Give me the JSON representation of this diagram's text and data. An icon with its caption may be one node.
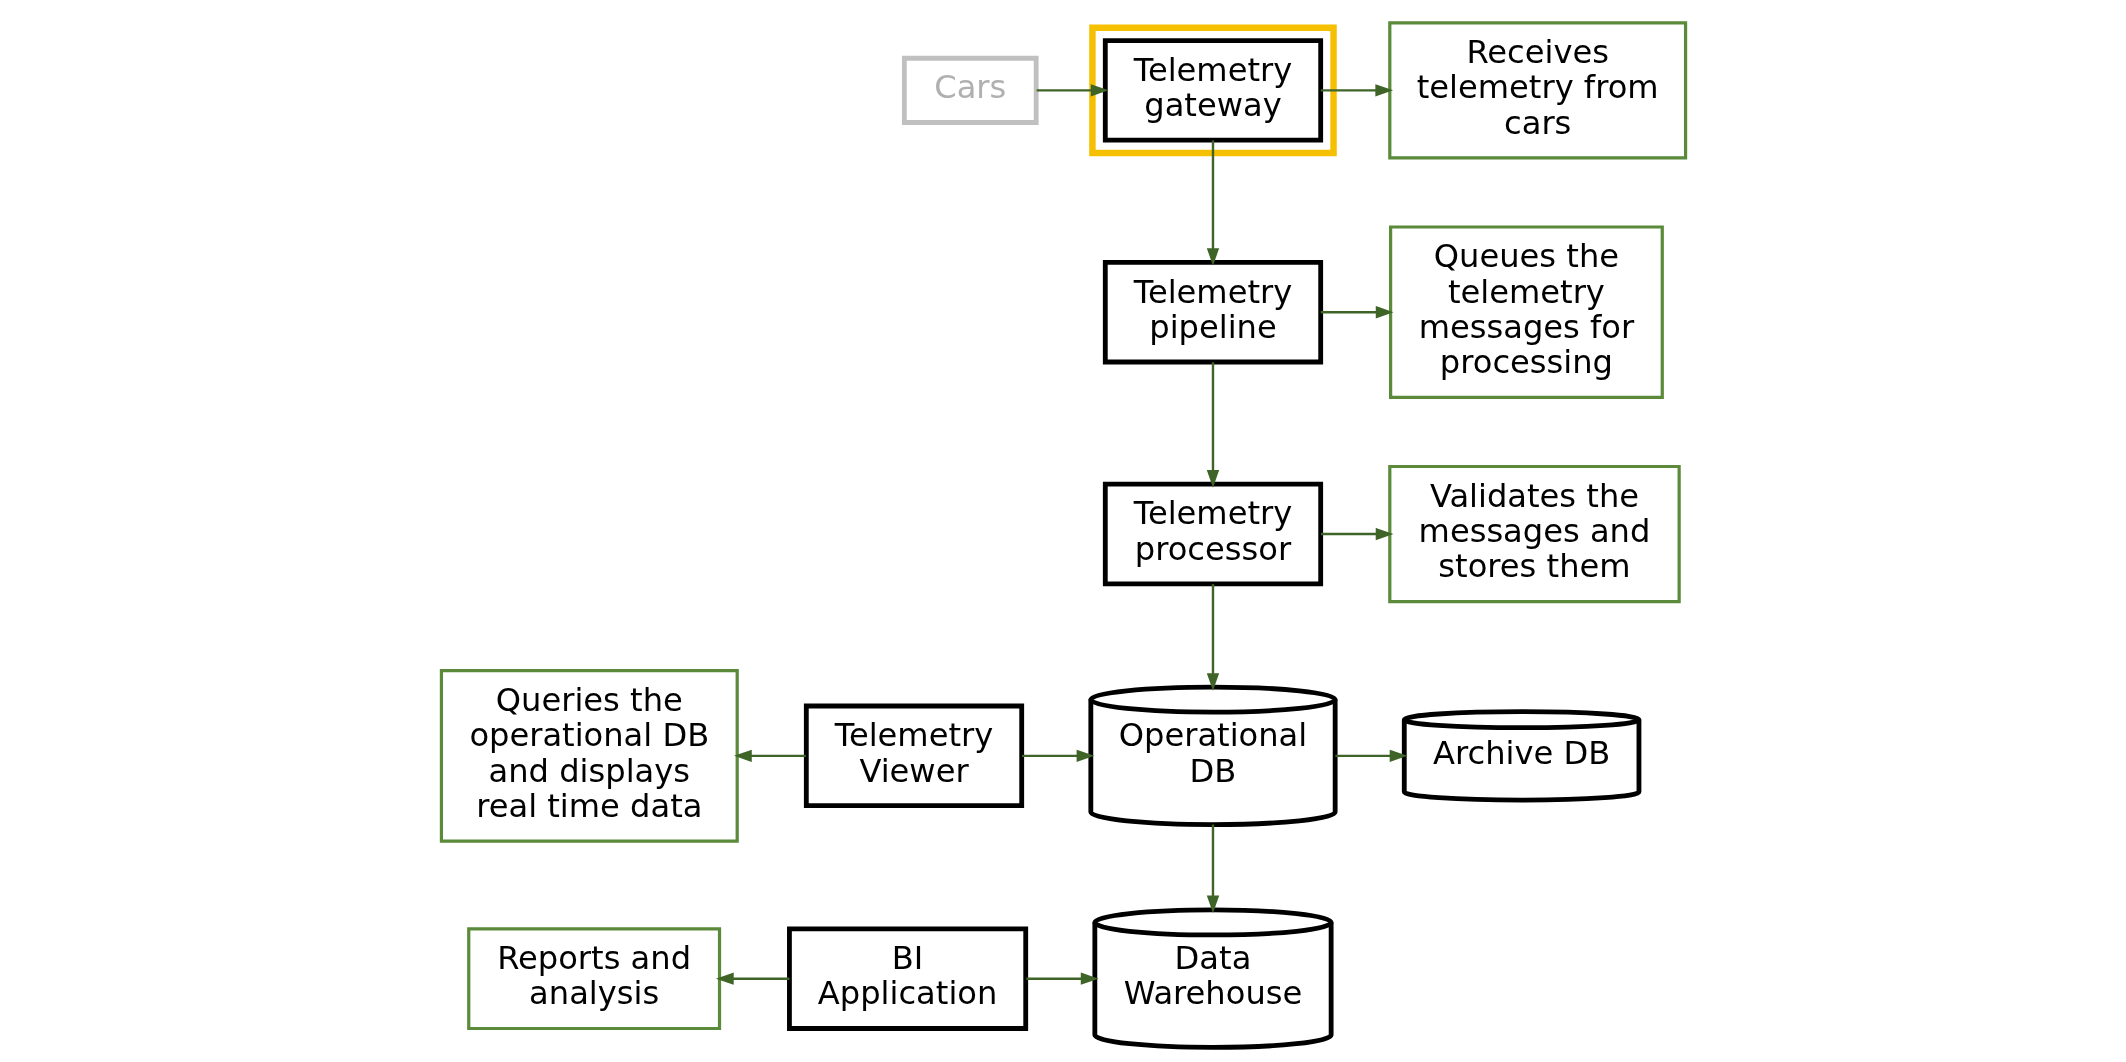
{
  "diagram": {
    "nodes": [
      {
        "text": [
          "Cars"
        ]
      },
      {
        "text": [],
        "shape": "box"
      },
      {
        "text": [
          "Telemetry gateway"
        ],
        "in": 1
      },
      {
        "text": [
          "Receives telemetry from cars"
        ]
      },
      {
        "text": [
          "Telemetry pipeline"
        ]
      },
      {
        "text": [
          "Queues the telemetry messages for processing"
        ]
      },
      {
        "text": [
          "Telemetry processor"
        ]
      },
      {
        "text": [
          "Validates the messages and stores them"
        ]
      },
      {
        "text": [
          "Queries the operational DB and displays real time data"
        ]
      },
      {
        "text": [
          "Telemetry Viewer"
        ]
      },
      {
        "text": [
          "Operational DB"
        ]
      },
      {
        "text": [
          "Archive DB"
        ]
      },
      {
        "text": [
          "Reports and analysis"
        ]
      },
      {
        "text": [
          "BI Application"
        ]
      },
      {
        "text": [
          "Data Warehouse"
        ]
      }
    ],
    "edges": [
      {
        "from": 0,
        "to": 2,
        "arrow": "to"
      },
      {
        "from": 2,
        "to": 3,
        "arrow": "to"
      },
      {
        "from": 2,
        "to": 4,
        "arrow": "to"
      },
      {
        "from": 4,
        "to": 5,
        "arrow": "to"
      },
      {
        "from": 4,
        "to": 6,
        "arrow": "to"
      },
      {
        "from": 6,
        "to": 7,
        "arrow": "to"
      },
      {
        "from": 6,
        "to": 10,
        "arrow": "to"
      },
      {
        "from": 9,
        "to": 8,
        "arrow": "to"
      },
      {
        "from": 9,
        "to": 10,
        "arrow": "to"
      },
      {
        "from": 10,
        "to": 14,
        "arrow": "to"
      },
      {
        "from": 10,
        "to": 11,
        "arrow": "to"
      },
      {
        "from": 13,
        "to": 12,
        "arrow": "to"
      },
      {
        "from": 13,
        "to": 14,
        "arrow": "to"
      }
    ]
  }
}
